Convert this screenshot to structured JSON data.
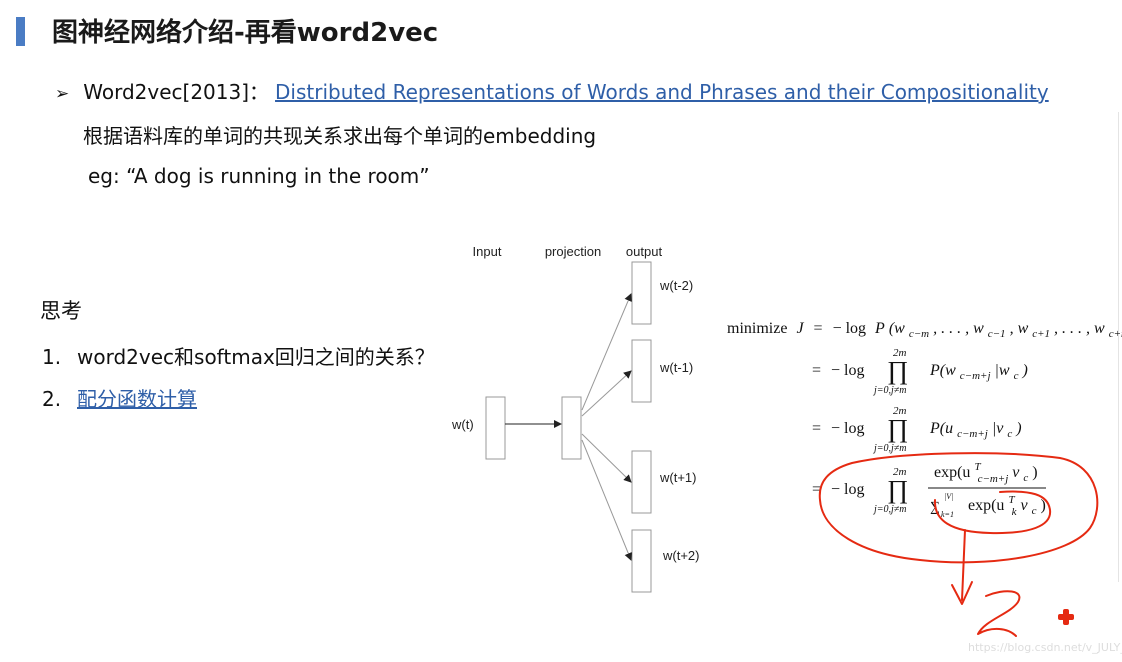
{
  "slide": {
    "title": "图神经网络介绍-再看word2vec",
    "accent_color": "#4a7cc4",
    "link_color": "#2f5fa8",
    "bullet_icon": "arrow-bullet-icon",
    "bullet_prefix": "Word2vec[2013]：",
    "paper_link": "Distributed Representations of Words and Phrases and their Compositionality",
    "line2": "根据语料库的单词的共现关系求出每个单词的embedding",
    "line3": "eg: “A dog is running in the room”",
    "think_heading": "思考",
    "questions": [
      {
        "num": "1.",
        "text": "word2vec和softmax回归之间的关系？"
      },
      {
        "num": "2.",
        "text": "配分函数计算"
      }
    ]
  },
  "diagram": {
    "headers": {
      "input": "Input",
      "projection": "projection",
      "output": "output"
    },
    "input_word": "w(t)",
    "output_words": [
      "w(t-2)",
      "w(t-1)",
      "w(t+1)",
      "w(t+2)"
    ]
  },
  "formula": {
    "minimize": "minimize",
    "J": "J",
    "eq": "=",
    "neg_log": "− log",
    "P": "P",
    "row1_args": "(w",
    "row1_sub1": "c−m",
    "row1_mid": ", . . . , w",
    "row1_sub2": "c−1",
    "row1_mid2": ", w",
    "row1_sub3": "c+1",
    "row1_mid3": ", . . . , w",
    "row1_sub4": "c+m",
    "prod": "∏",
    "prod_top": "2m",
    "prod_bottom": "j=0,j≠m",
    "row2_body": "P(w",
    "row2_sub": "c−m+j",
    "row2_given": "|w",
    "row2_given_sub": "c",
    "row2_close": ")",
    "row3_body": "P(u",
    "row3_sub": "c−m+j",
    "row3_given": "|v",
    "row3_given_sub": "c",
    "row3_close": ")",
    "num_text": "exp(u",
    "num_sup": "T",
    "num_sub": "c−m+j",
    "num_v": "v",
    "num_v_sub": "c",
    "num_close": ")",
    "den_sum": "∑",
    "den_sum_top": "|V|",
    "den_sum_bottom": "k=1",
    "den_text": "exp(u",
    "den_sup": "T",
    "den_sub": "k",
    "den_v": "v",
    "den_v_sub": "c",
    "den_close": ")",
    "annotation_color": "#e52a12"
  },
  "watermark": "https://blog.csdn.net/v_JULY_v"
}
